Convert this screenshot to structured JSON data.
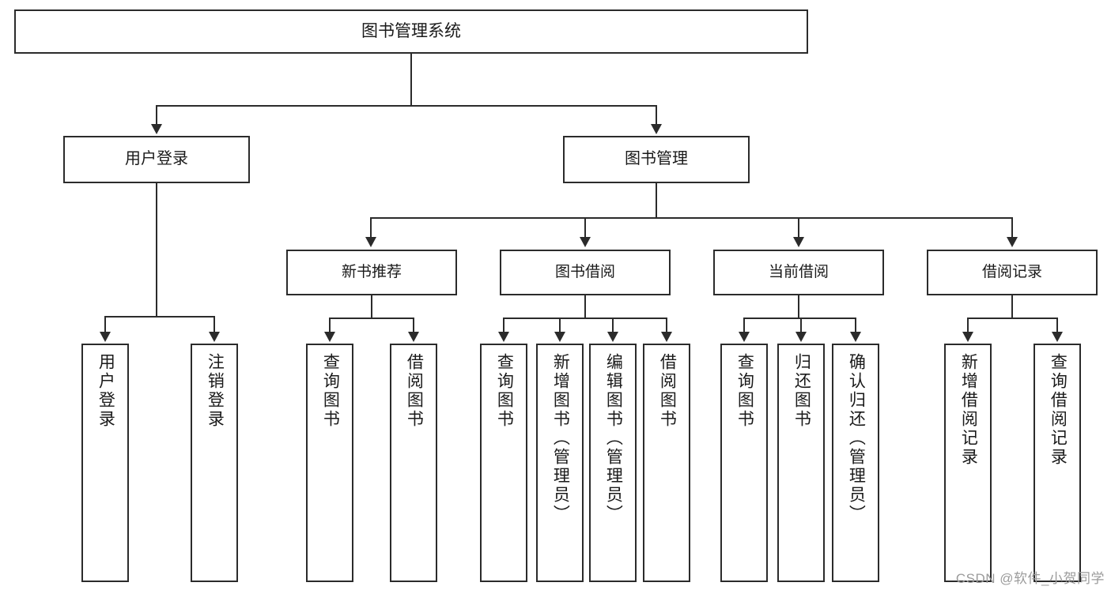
{
  "diagram": {
    "title": "图书管理系统",
    "type": "tree",
    "colors": {
      "stroke": "#2b2b2b",
      "fill": "#ffffff",
      "text": "#1a1a1a",
      "watermark": "#9b9b9b"
    },
    "root": {
      "label": "图书管理系统"
    },
    "level2": [
      {
        "label": "用户登录"
      },
      {
        "label": "图书管理"
      }
    ],
    "level3": [
      {
        "label": "新书推荐"
      },
      {
        "label": "图书借阅"
      },
      {
        "label": "当前借阅"
      },
      {
        "label": "借阅记录"
      }
    ],
    "leaves": {
      "user_login": [
        {
          "label": "用户登录"
        },
        {
          "label": "注销登录"
        }
      ],
      "new_book_recommend": [
        {
          "label": "查询图书"
        },
        {
          "label": "借阅图书"
        }
      ],
      "book_borrow": [
        {
          "label": "查询图书"
        },
        {
          "label": "新增图书（管理员）"
        },
        {
          "label": "编辑图书（管理员）"
        },
        {
          "label": "借阅图书"
        }
      ],
      "current_borrow": [
        {
          "label": "查询图书"
        },
        {
          "label": "归还图书"
        },
        {
          "label": "确认归还（管理员）"
        }
      ],
      "borrow_record": [
        {
          "label": "新增借阅记录"
        },
        {
          "label": "查询借阅记录"
        }
      ]
    }
  },
  "watermark": {
    "text": "CSDN @软件_小贺同学"
  }
}
